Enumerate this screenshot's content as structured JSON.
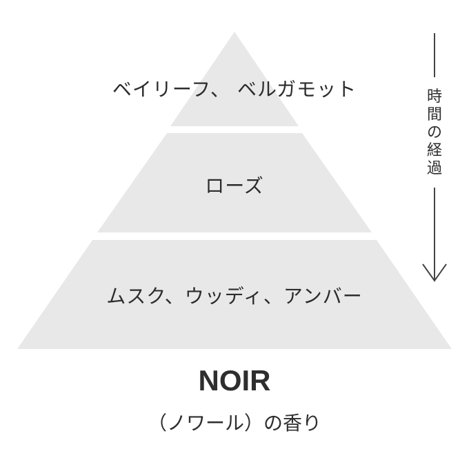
{
  "pyramid": {
    "fill_color": "#e8e8e8",
    "tiers": [
      {
        "label": "ベイリーフ、 ベルガモット"
      },
      {
        "label": "ローズ"
      },
      {
        "label": "ムスク、ウッディ、アンバー"
      }
    ]
  },
  "time_axis": {
    "label": "時間の経過",
    "line_color": "#444444"
  },
  "product": {
    "name": "NOIR",
    "subtitle": "（ノワール）の香り"
  }
}
